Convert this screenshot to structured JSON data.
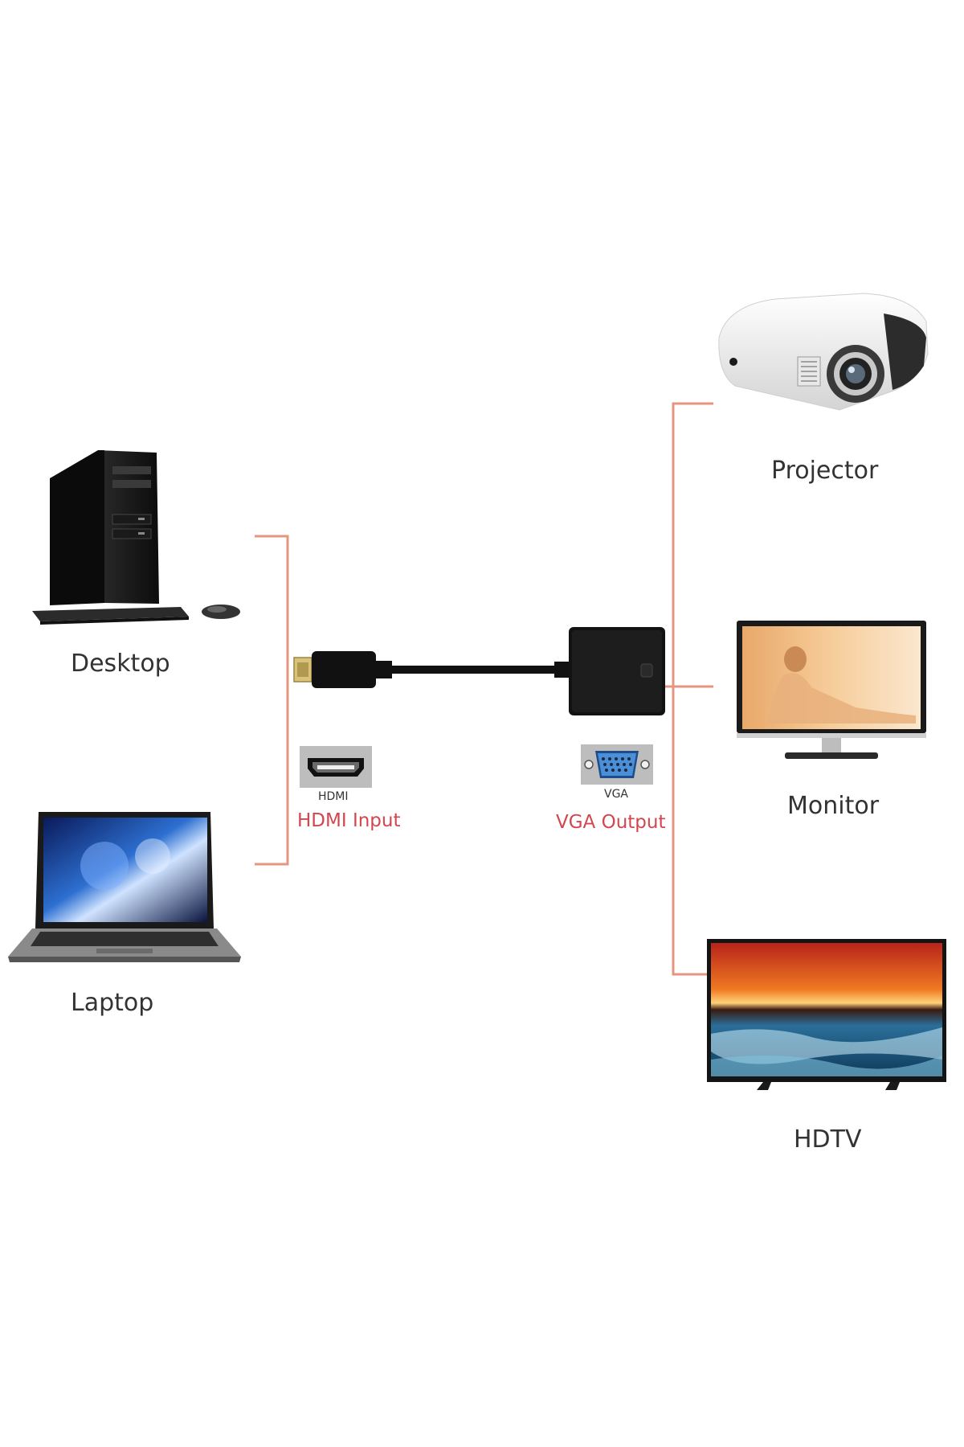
{
  "devices": {
    "desktop": "Desktop",
    "laptop": "Laptop",
    "projector": "Projector",
    "monitor": "Monitor",
    "hdtv": "HDTV"
  },
  "ports": {
    "hdmi_caption": "HDMI",
    "hdmi_title": "HDMI Input",
    "vga_caption": "VGA",
    "vga_title": "VGA Output"
  },
  "colors": {
    "bracket": "#e59580",
    "port_title": "#d3464f",
    "cable": "#111111",
    "label": "#333333"
  },
  "icons": [
    "desktop-pc-icon",
    "laptop-icon",
    "hdmi-port-icon",
    "vga-port-icon",
    "adapter-icon",
    "projector-icon",
    "monitor-icon",
    "hdtv-icon"
  ]
}
